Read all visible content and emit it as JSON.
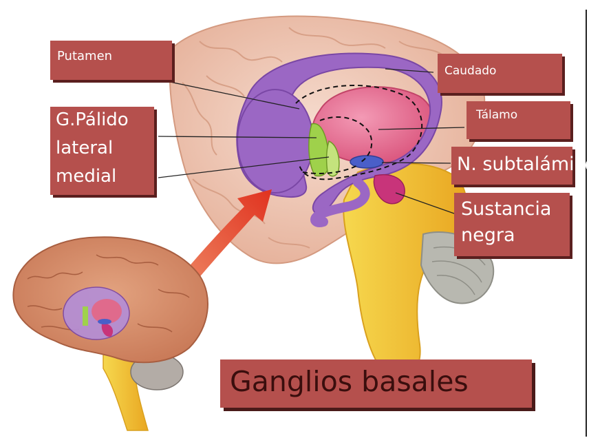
{
  "diagram": {
    "title": "Ganglios basales",
    "labels": {
      "putamen": "Putamen",
      "caudado": "Caudado",
      "talamo": "Tálamo",
      "gpalido": "G.Pálido",
      "lateral": "lateral",
      "medial": "medial",
      "subtalamico": "N. subtalámico",
      "sustancia": "Sustancia",
      "negra": "negra"
    },
    "colors": {
      "label_bg": "#b5504d",
      "caudate_putamen": "#9b67c4",
      "thalamus": "#e06a8c",
      "globus_pallidus": "#9fd14b",
      "subthalamic": "#4a5fc9",
      "substantia_nigra": "#c8347a",
      "brainstem": "#f2c64a",
      "cortex": "#eab8a2",
      "arrow": "#e2452e"
    }
  }
}
